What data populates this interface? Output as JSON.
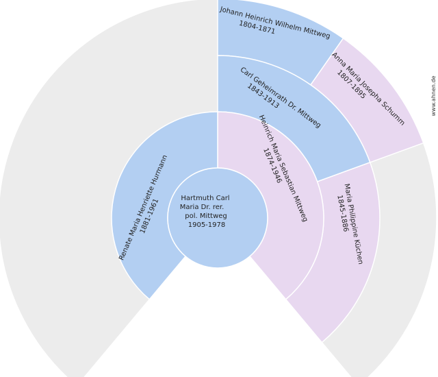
{
  "colors": {
    "male": "#b3cff2",
    "female": "#e8d8f0",
    "empty": "#ececec"
  },
  "center": {
    "lines": [
      "Hartmuth Carl",
      "Maria Dr. rer.",
      "pol. Mittweg",
      "1905-1978"
    ],
    "gender": "male"
  },
  "ring1": [
    {
      "id": "father",
      "gender": "female",
      "name": "Heinrich Maria Sebastian Mittweg",
      "dates": "1874-1946"
    },
    {
      "id": "mother",
      "gender": "male",
      "name": "Renate Maria Henriette Hurmann",
      "dates": "1881-1961"
    }
  ],
  "ring2": [
    {
      "id": "ff",
      "gender": "male",
      "name": "Carl Geheimrath Dr. Mittweg",
      "dates": "1843-1913"
    },
    {
      "id": "fm",
      "gender": "female",
      "name": "Maria Philippine Küchen",
      "dates": "1845-1886"
    },
    {
      "id": "mf",
      "gender": "empty",
      "name": "",
      "dates": ""
    },
    {
      "id": "mm",
      "gender": "empty",
      "name": "",
      "dates": ""
    }
  ],
  "ring3": [
    {
      "id": "fff",
      "gender": "male",
      "name": "Johann Heinrich Wilhelm Mittweg",
      "dates": "1804-1871"
    },
    {
      "id": "ffm",
      "gender": "female",
      "name": "Anna Maria Josepha Schumm",
      "dates": "1807-1895"
    }
  ],
  "outer_empty": {
    "gender": "empty"
  },
  "watermark": "www.ahnen.de"
}
